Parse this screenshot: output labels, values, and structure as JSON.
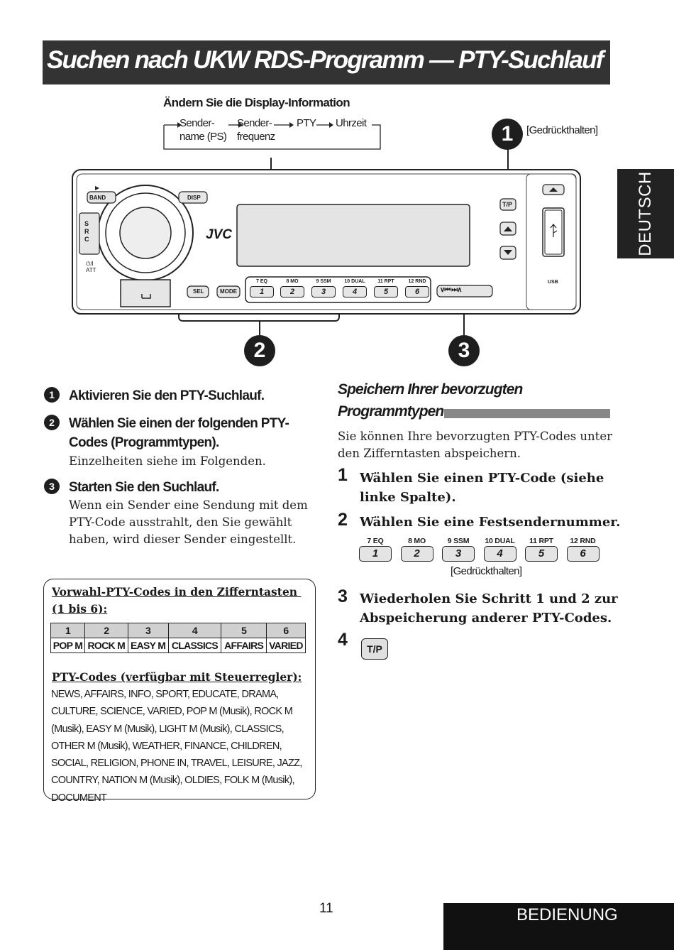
{
  "title": "Suchen nach UKW RDS-Programm — PTY-Suchlauf",
  "side_tab": "DEUTSCH",
  "diagram": {
    "display_title": "Ändern Sie die Display-Information",
    "flow": [
      "Sender-\nname (PS)",
      "Sender-\nfrequenz",
      "PTY",
      "Uhrzeit"
    ],
    "badge1": "1",
    "badge1_note": "[Gedrückthalten]",
    "badge2": "2",
    "badge3": "3",
    "panel_labels": {
      "band": "BAND",
      "disp": "DISP",
      "src": "S\nR\nC",
      "att": "⏻/I\nATT",
      "jvc": "JVC",
      "sel": "SEL",
      "mode": "MODE",
      "tp": "T/P",
      "usb": "USB"
    },
    "presets": [
      {
        "top": "7 EQ",
        "num": "1"
      },
      {
        "top": "8 MO",
        "num": "2"
      },
      {
        "top": "9 SSM",
        "num": "3"
      },
      {
        "top": "10 DUAL",
        "num": "4"
      },
      {
        "top": "11 RPT",
        "num": "5"
      },
      {
        "top": "12 RND",
        "num": "6"
      }
    ]
  },
  "left_steps": [
    {
      "num": "1",
      "head": "Aktivieren Sie den PTY-Suchlauf.",
      "body": ""
    },
    {
      "num": "2",
      "head": "Wählen Sie einen der folgenden PTY-\nCodes (Programmtypen).",
      "body": "Einzelheiten siehe im Folgenden."
    },
    {
      "num": "3",
      "head": "Starten Sie den Suchlauf.",
      "body": "Wenn ein Sender eine Sendung mit dem\nPTY-Code ausstrahlt, den Sie gewählt\nhaben, wird dieser Sender eingestellt."
    }
  ],
  "box": {
    "heading1": "Vorwahl-PTY-Codes in den Zifferntasten \n(1 bis 6):",
    "table_nums": [
      "1",
      "2",
      "3",
      "4",
      "5",
      "6"
    ],
    "table_codes": [
      "POP M",
      "ROCK M",
      "EASY M",
      "CLASSICS",
      "AFFAIRS",
      "VARIED"
    ],
    "heading2": "PTY-Codes (verfügbar mit Steuerregler):",
    "codes_text": "NEWS, AFFAIRS, INFO, SPORT, EDUCATE, DRAMA, CULTURE, SCIENCE, VARIED, POP M (Musik), ROCK M (Musik), EASY M (Musik), LIGHT M (Musik), CLASSICS,  OTHER M (Musik), WEATHER, FINANCE, CHILDREN, SOCIAL, RELIGION, PHONE IN, TRAVEL, LEISURE, JAZZ, COUNTRY, NATION M (Musik), OLDIES, FOLK M (Musik), DOCUMENT"
  },
  "right": {
    "heading_line1": "Speichern Ihrer bevorzugten",
    "heading_line2": "Programmtypen",
    "intro": "Sie können Ihre bevorzugten PTY-Codes unter\nden Zifferntasten abspeichern.",
    "step1_num": "1",
    "step1": "Wählen Sie einen PTY-Code (siehe\nlinke Spalte).",
    "step2_num": "2",
    "step2": "Wählen Sie eine Festsendernummer.",
    "keys": [
      {
        "top": "7  EQ",
        "num": "1"
      },
      {
        "top": "8  MO",
        "num": "2"
      },
      {
        "top": "9  SSM",
        "num": "3"
      },
      {
        "top": "10 DUAL",
        "num": "4"
      },
      {
        "top": "11  RPT",
        "num": "5"
      },
      {
        "top": "12  RND",
        "num": "6"
      }
    ],
    "keys_note": "[Gedrückthalten]",
    "step3_num": "3",
    "step3": "Wiederholen Sie Schritt 1 und 2 zur\nAbspeicherung anderer PTY-Codes.",
    "step4_num": "4",
    "step4_key": "T/P"
  },
  "page_number": "11",
  "footer": "BEDIENUNG"
}
